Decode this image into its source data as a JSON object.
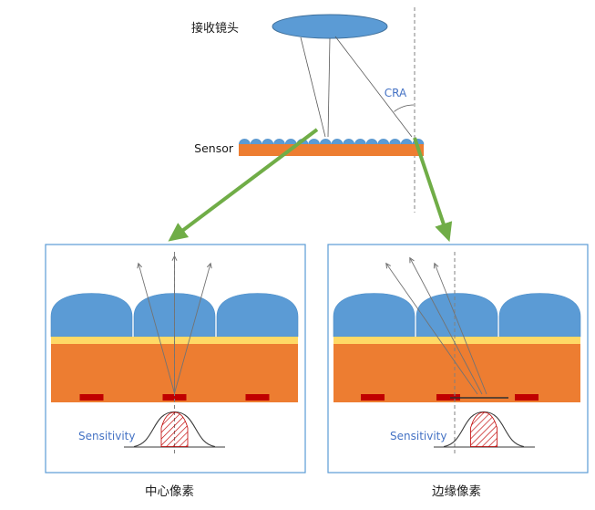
{
  "labels": {
    "receiving_lens": "接收镜头",
    "sensor": "Sensor",
    "cra": "CRA",
    "sensitivity": "Sensitivity",
    "center_pixel": "中心像素",
    "edge_pixel": "边缘像素"
  },
  "colors": {
    "lens_blue": "#5B9BD5",
    "photodiode_orange": "#ED7D31",
    "filter_yellow": "#FFD966",
    "pad_red": "#C00000",
    "arrow_green": "#70AD47",
    "box_border_blue": "#5B9BD5",
    "label_blue": "#4472C4"
  }
}
